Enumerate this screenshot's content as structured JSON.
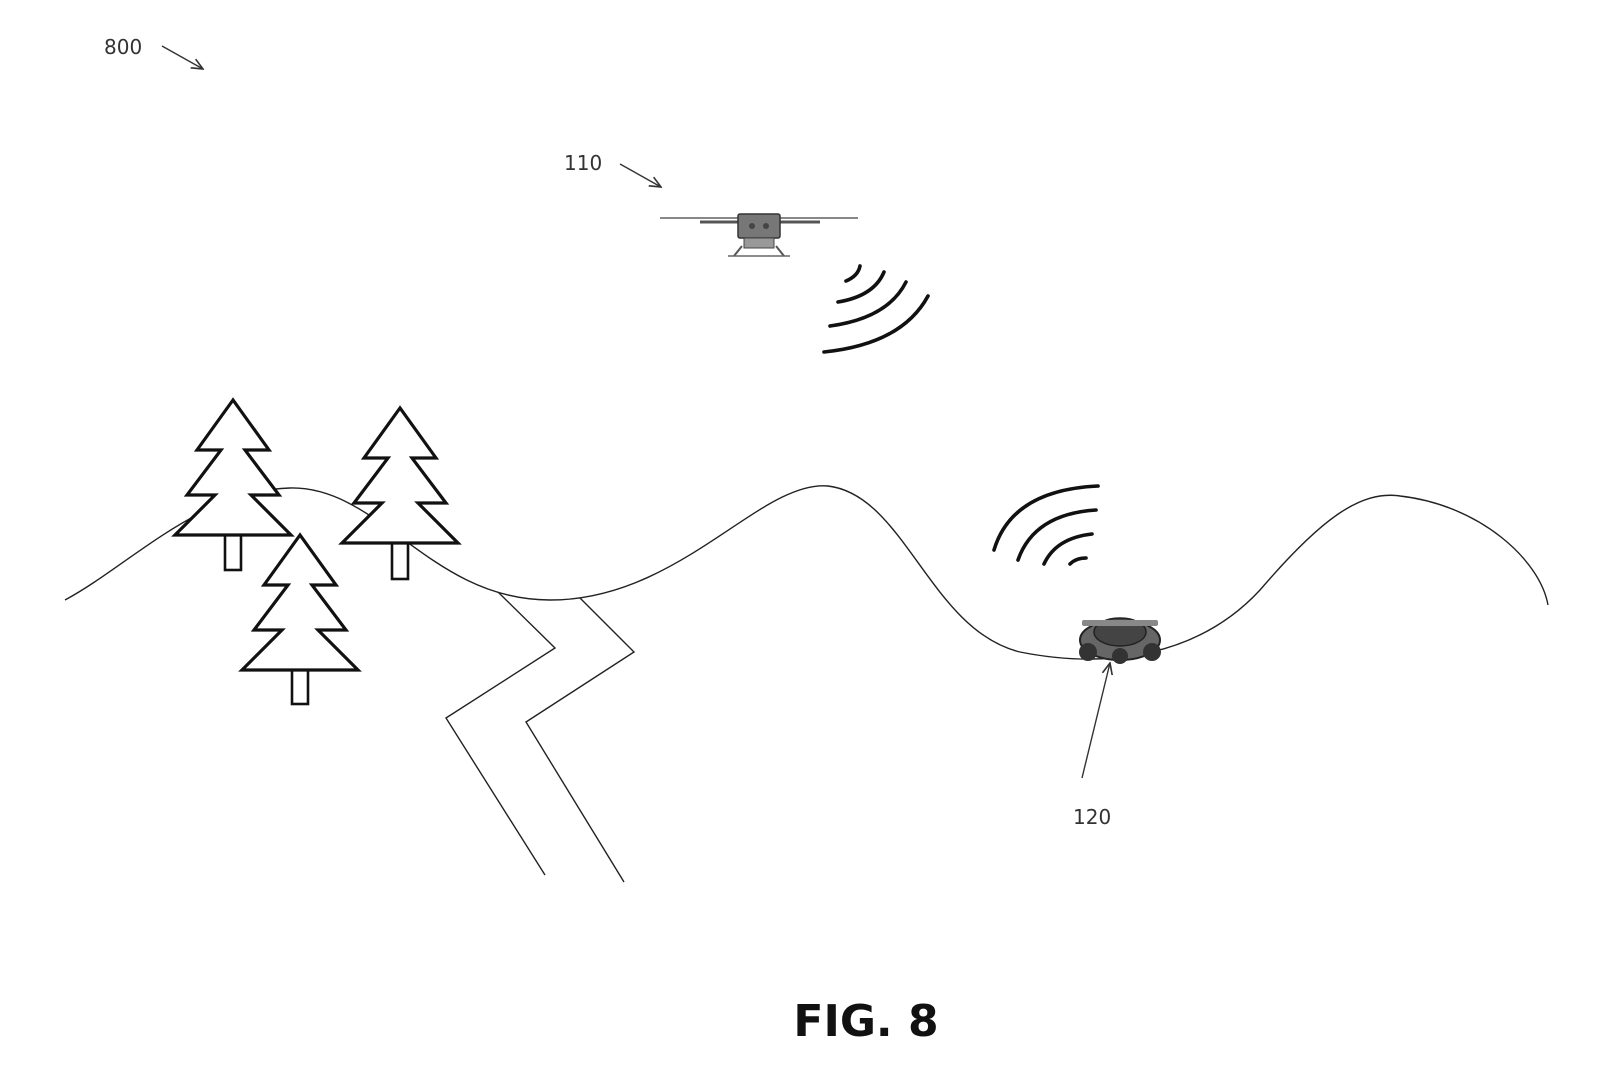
{
  "figure": {
    "caption": "FIG. 8",
    "ref_system": "800",
    "ref_drone": "110",
    "ref_ground_vehicle": "120"
  },
  "icons": {
    "drone": "drone-icon",
    "ground_vehicle": "ground-vehicle-icon",
    "signal": "wireless-signal-icon",
    "tree": "pine-tree-icon"
  },
  "colors": {
    "line": "#222222",
    "background": "#ffffff"
  }
}
